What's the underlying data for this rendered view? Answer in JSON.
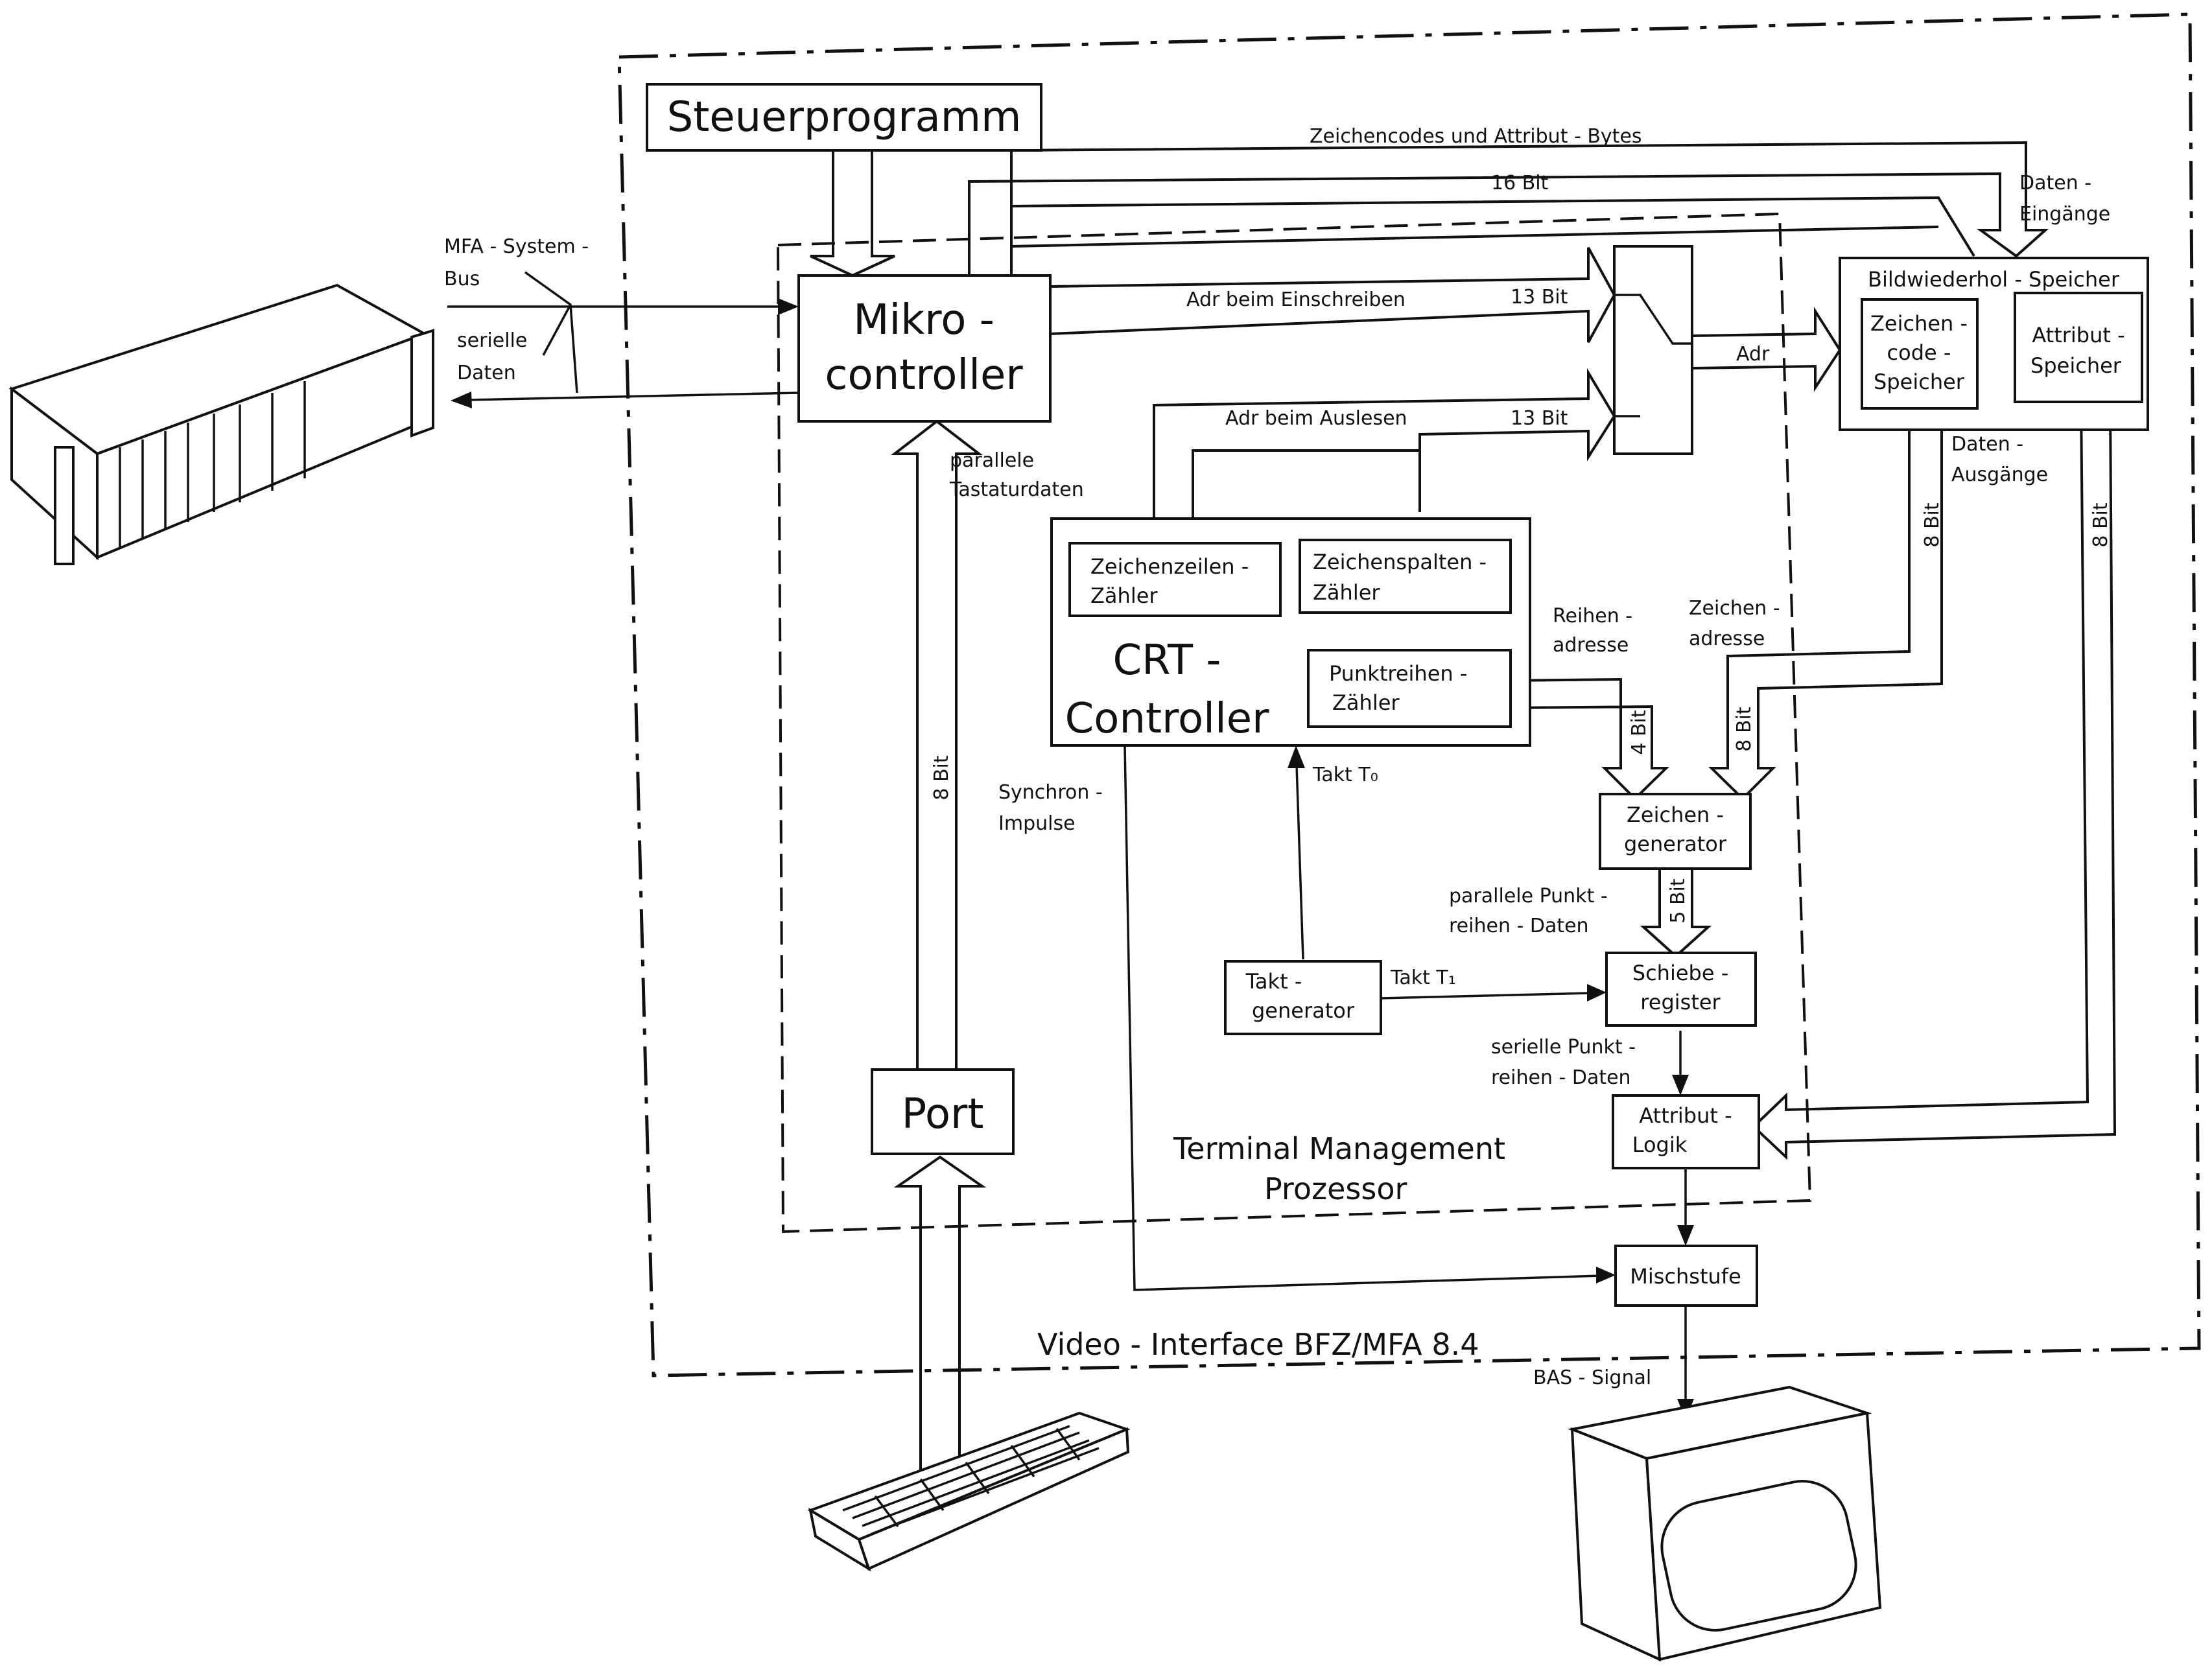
{
  "labels": {
    "steuerprogramm": "Steuerprogramm",
    "mikro_1": "Mikro -",
    "mikro_2": "controller",
    "crt_1": "CRT -",
    "crt_2": "Controller",
    "port": "Port",
    "zeichenzeilen_1": "Zeichenzeilen -",
    "zeichenzeilen_2": "Zähler",
    "zeichenspalten_1": "Zeichenspalten -",
    "zeichenspalten_2": "Zähler",
    "punktreihen_1": "Punktreihen -",
    "punktreihen_2": "Zähler",
    "zgen_1": "Zeichen -",
    "zgen_2": "generator",
    "schiebe_1": "Schiebe -",
    "schiebe_2": "register",
    "attlogik_1": "Attribut -",
    "attlogik_2": "Logik",
    "mischstufe": "Mischstufe",
    "taktgen_1": "Takt -",
    "taktgen_2": "generator",
    "bildwiederhol": "Bildwiederhol - Speicher",
    "zcs_1": "Zeichen -",
    "zcs_2": "code -",
    "zcs_3": "Speicher",
    "attsp_1": "Attribut -",
    "attsp_2": "Speicher",
    "zeichencodes": "Zeichencodes und Attribut - Bytes",
    "bit16": "16 Bit",
    "daten_eingaenge_1": "Daten -",
    "daten_eingaenge_2": "Eingänge",
    "daten_ausgaenge_1": "Daten -",
    "daten_ausgaenge_2": "Ausgänge",
    "adr_einschreiben": "Adr  beim  Einschreiben",
    "adr_auslesen": "Adr  beim  Auslesen",
    "bit13_a": "13 Bit",
    "bit13_b": "13 Bit",
    "adr": "Adr",
    "mfa_1": "MFA - System -",
    "mfa_2": "Bus",
    "seriell_1": "serielle",
    "seriell_2": "Daten",
    "parallel_1": "parallele",
    "parallel_2": "Tastaturdaten",
    "bit8_port": "8 Bit",
    "synchron_1": "Synchron -",
    "synchron_2": "Impulse",
    "takt_t0": "Takt  T₀",
    "takt_t1": "Takt  T₁",
    "reihen_1": "Reihen -",
    "reihen_2": "adresse",
    "zeichenadr_1": "Zeichen -",
    "zeichenadr_2": "adresse",
    "bit8_zcs": "8 Bit",
    "bit8_att": "8 Bit",
    "bit4": "4 Bit",
    "bit8_zgen": "8 Bit",
    "bit5": "5 Bit",
    "par_punkt_1": "parallele  Punkt -",
    "par_punkt_2": "reihen - Daten",
    "ser_punkt_1": "serielle  Punkt -",
    "ser_punkt_2": "reihen - Daten",
    "tmp_1": "Terminal  Management",
    "tmp_2": "Prozessor",
    "video_if": "Video - Interface  BFZ/MFA  8.4",
    "bas": "BAS - Signal"
  }
}
